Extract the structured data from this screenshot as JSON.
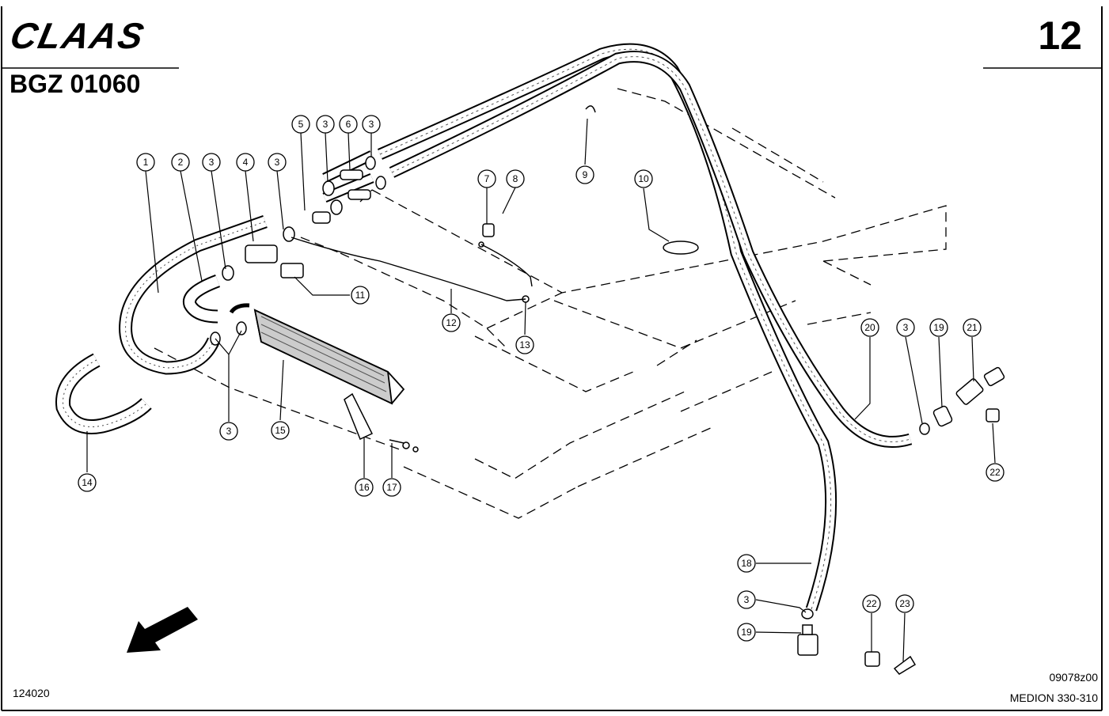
{
  "header": {
    "brand": "CLAAS",
    "sheet_number": "12",
    "doc_code": "BGZ 01060"
  },
  "footer": {
    "left_code": "124020",
    "drawing_ref": "09078z00",
    "model": "MEDION 330-310"
  },
  "callouts": {
    "c1": "1",
    "c2": "2",
    "c3a": "3",
    "c4": "4",
    "c3b": "3",
    "c5": "5",
    "c3c": "3",
    "c6": "6",
    "c3d": "3",
    "c7": "7",
    "c8": "8",
    "c9": "9",
    "c10": "10",
    "c11": "11",
    "c12": "12",
    "c13": "13",
    "c14": "14",
    "c3e": "3",
    "c15": "15",
    "c16": "16",
    "c17": "17",
    "c18": "18",
    "c3f": "3",
    "c19a": "19",
    "c20": "20",
    "c3g": "3",
    "c19b": "19",
    "c21": "21",
    "c22a": "22",
    "c22b": "22",
    "c23": "23"
  }
}
